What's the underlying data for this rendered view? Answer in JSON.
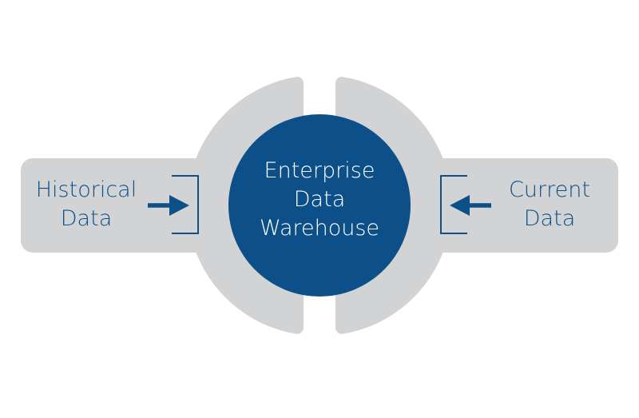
{
  "diagram": {
    "left_input": {
      "line1": "Historical",
      "line2": "Data"
    },
    "center": {
      "line1": "Enterprise",
      "line2": "Data",
      "line3": "Warehouse"
    },
    "right_input": {
      "line1": "Current",
      "line2": "Data"
    }
  },
  "colors": {
    "primary_blue": "#0d5089",
    "gray": "#d2d3d5",
    "white": "#ffffff"
  }
}
